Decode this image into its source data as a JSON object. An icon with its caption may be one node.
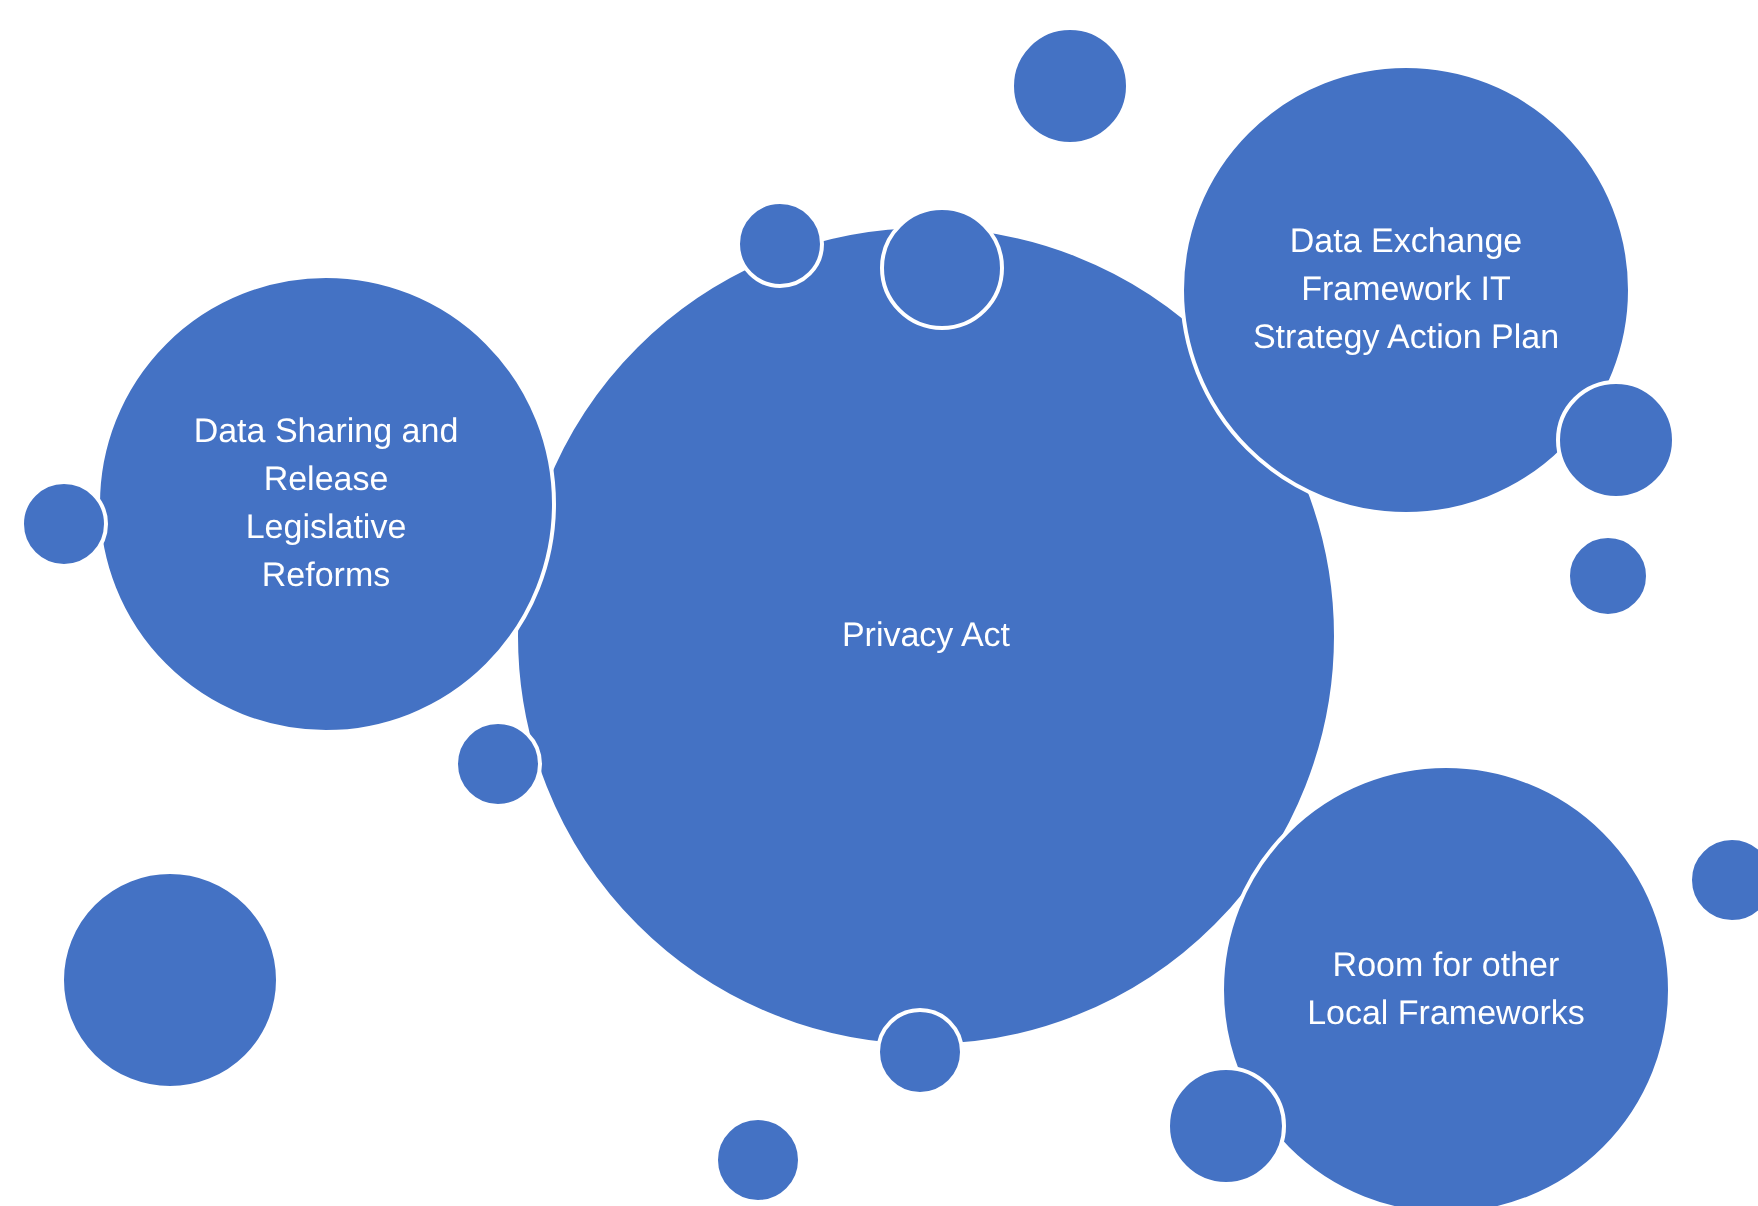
{
  "diagram": {
    "nodes": [
      {
        "text": [
          "Data Sharing and Release Legislative Reforms"
        ]
      },
      {
        "text": [
          "Privacy Act"
        ]
      },
      {
        "text": [
          "Data Exchange Framework IT Strategy Action Plan"
        ]
      },
      {
        "text": [
          "Room for other Local Frameworks"
        ]
      },
      {
        "text": [],
        "shape": "circle"
      },
      {
        "text": [],
        "shape": "circle"
      },
      {
        "text": [],
        "shape": "circle"
      },
      {
        "text": [],
        "shape": "circle"
      },
      {
        "text": [],
        "shape": "circle"
      },
      {
        "text": [],
        "shape": "circle"
      },
      {
        "text": [],
        "shape": "circle"
      },
      {
        "text": [],
        "shape": "circle"
      },
      {
        "text": [],
        "shape": "circle"
      },
      {
        "text": [],
        "shape": "circle"
      },
      {
        "text": [],
        "shape": "circle"
      },
      {
        "text": [],
        "shape": "circle"
      }
    ]
  }
}
